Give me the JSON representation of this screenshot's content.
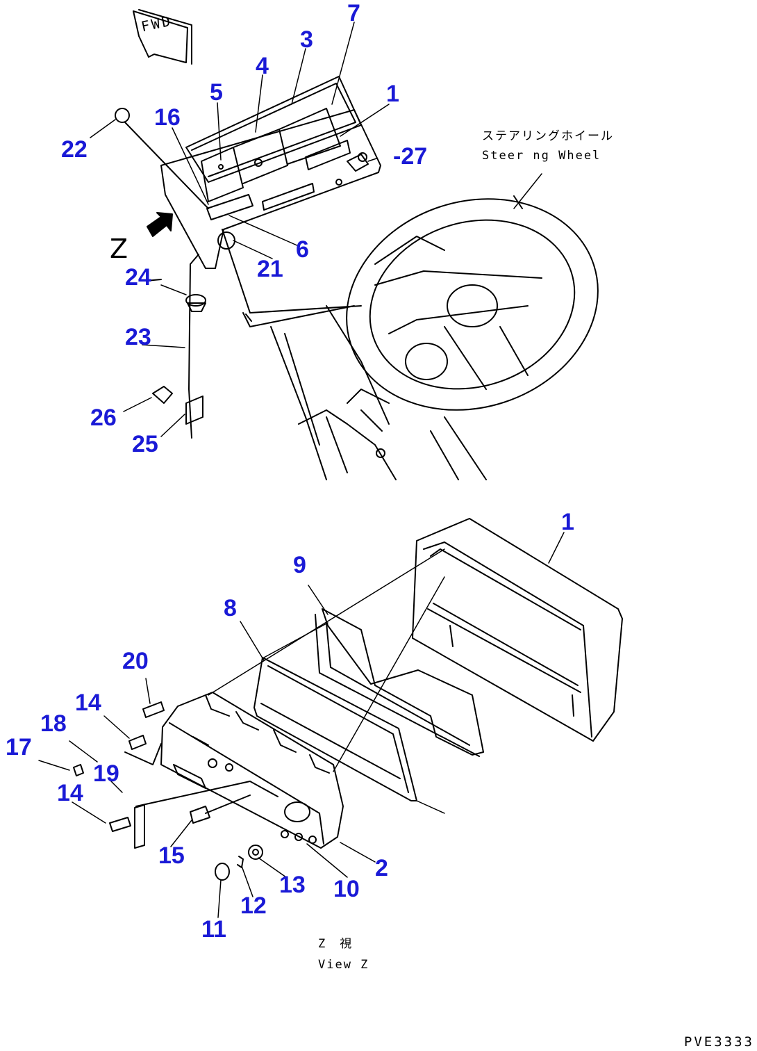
{
  "direction_marker": "FWD",
  "steering_wheel": {
    "label_jp": "ステアリングホイール",
    "label_en": "Steer ng Wheel"
  },
  "view_z": {
    "jp": "Z　視",
    "en": "View Z",
    "arrow_label": "Z"
  },
  "drawing_code": "PVE3333",
  "callouts_top": [
    "7",
    "3",
    "4",
    "5",
    "1",
    "16",
    "22",
    "-27",
    "6",
    "21",
    "24",
    "23",
    "26",
    "25"
  ],
  "callouts_bottom": [
    "1",
    "9",
    "8",
    "20",
    "14",
    "18",
    "17",
    "19",
    "14",
    "15",
    "13",
    "10",
    "2",
    "12",
    "11"
  ],
  "colors": {
    "callout": "#1a1ad6",
    "line": "#000000",
    "background": "#ffffff"
  }
}
